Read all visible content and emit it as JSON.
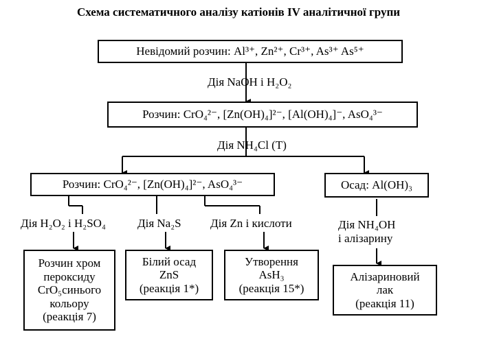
{
  "title": "Схема систематичного аналізу катіонів IV аналітичної групи",
  "box_unknown": "Невідомий розчин: Al³⁺, Zn²⁺, Cr³⁺, As³⁺ As⁵⁺",
  "step1_label": "Дія NaOH і H₂O₂",
  "box_solution1": "Розчин: CrO₄²⁻, [Zn(OH)₄]²⁻, [Al(OH)₄]⁻, AsO₄³⁻",
  "step2_label": "Дія NH₄Cl (T)",
  "box_solution2": "Розчин: CrO₄²⁻, [Zn(OH)₄]²⁻, AsO₄³⁻",
  "box_precipitate": "Осад: Al(OH)₃",
  "branch_labels": {
    "cr": "Дія H₂O₂ і H₂SO₄",
    "zn": "Дія Na₂S",
    "as": "Дія Zn і кислоти",
    "al": [
      "Дія NH₄OH",
      "і алізарину"
    ]
  },
  "results": {
    "cr": [
      "Розчин хром",
      "пероксиду",
      "CrO₅синього",
      "кольору",
      "(реакція 7)"
    ],
    "zn": [
      "Білий осад",
      "ZnS",
      "(реакція 1*)"
    ],
    "as": [
      "Утворення",
      "AsH₃",
      "(реакція 15*)"
    ],
    "al": [
      "Алізариновий",
      "лак",
      "(реакція 11)"
    ]
  }
}
